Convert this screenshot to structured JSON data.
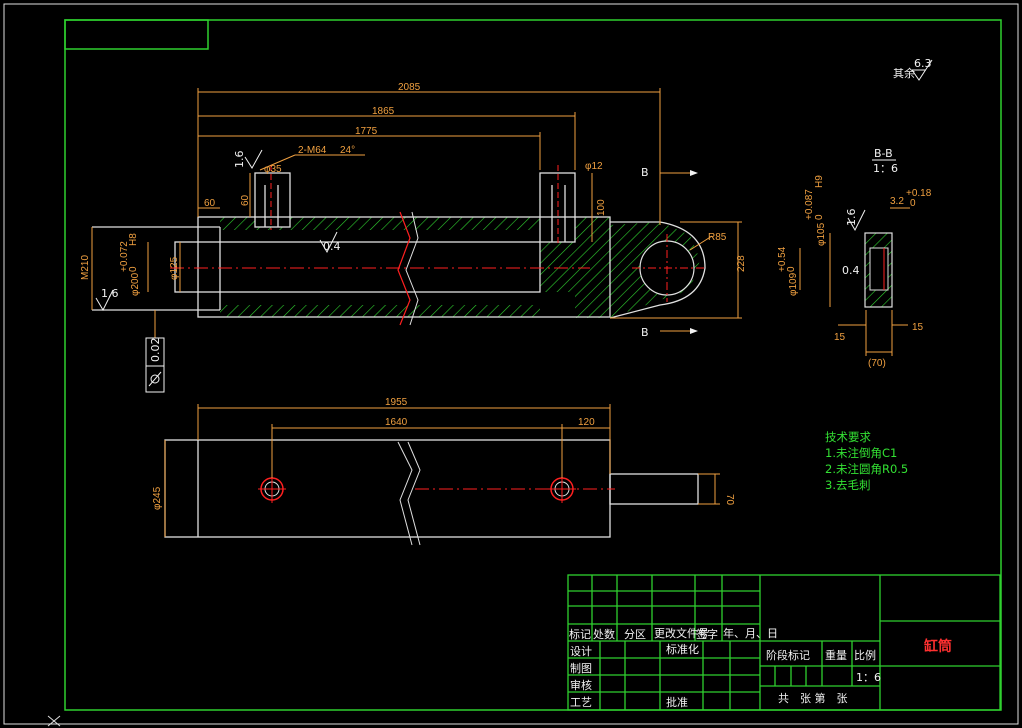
{
  "drawing": {
    "title": "缸筒",
    "roughness": {
      "default_label": "其余",
      "default_value": "6.3",
      "values": [
        "1.6",
        "0.4",
        "1.6",
        "0.4",
        "1.6"
      ]
    },
    "section_marker": "B",
    "section_view": {
      "title": "B-B",
      "scale": "1：6"
    },
    "geometric_tolerance": {
      "value": "0.02"
    },
    "main_view_dims": {
      "d2085": "2085",
      "d1865": "1865",
      "d1775": "1775",
      "thread": "2-M64",
      "angle": "24°",
      "d_phi35": "φ35",
      "d_phi12": "φ12",
      "d60a": "60",
      "d60b": "60",
      "d100": "100",
      "d_r85": "R85",
      "d228": "228",
      "d_m210": "M210",
      "d_phi200": "φ200",
      "tol_phi200_up": "+0.072",
      "tol_phi200_lo": "0",
      "fit_phi200": "H8",
      "d_phi125": "φ125"
    },
    "section_dims": {
      "d_phi105": "φ105",
      "tol105_up": "+0.087",
      "tol105_lo": "0",
      "fit105": "H9",
      "d_phi109": "φ109",
      "tol109_up": "+0.54",
      "tol109_lo": "0",
      "d32": "3.2",
      "tol32_up": "+0.18",
      "tol32_lo": "0",
      "d15a": "15",
      "d15b": "15",
      "d70": "(70)"
    },
    "bottom_view_dims": {
      "d1955": "1955",
      "d1640": "1640",
      "d120": "120",
      "d_phi245": "φ245",
      "d70": "70"
    },
    "tech_requirements": {
      "title": "技术要求",
      "items": [
        "1.未注倒角C1",
        "2.未注圆角R0.5",
        "3.去毛刺"
      ]
    },
    "title_block": {
      "header_labels": [
        "标记",
        "处数",
        "分区",
        "更改文件号",
        "签字",
        "年、月、日"
      ],
      "row_labels": [
        "设计",
        "制图",
        "审核",
        "工艺"
      ],
      "standardization": "标准化",
      "approve": "批准",
      "stage_mark": "阶段标记",
      "weight": "重量",
      "scale_label": "比例",
      "scale": "1：6",
      "sheets": "共　张 第　张"
    }
  }
}
